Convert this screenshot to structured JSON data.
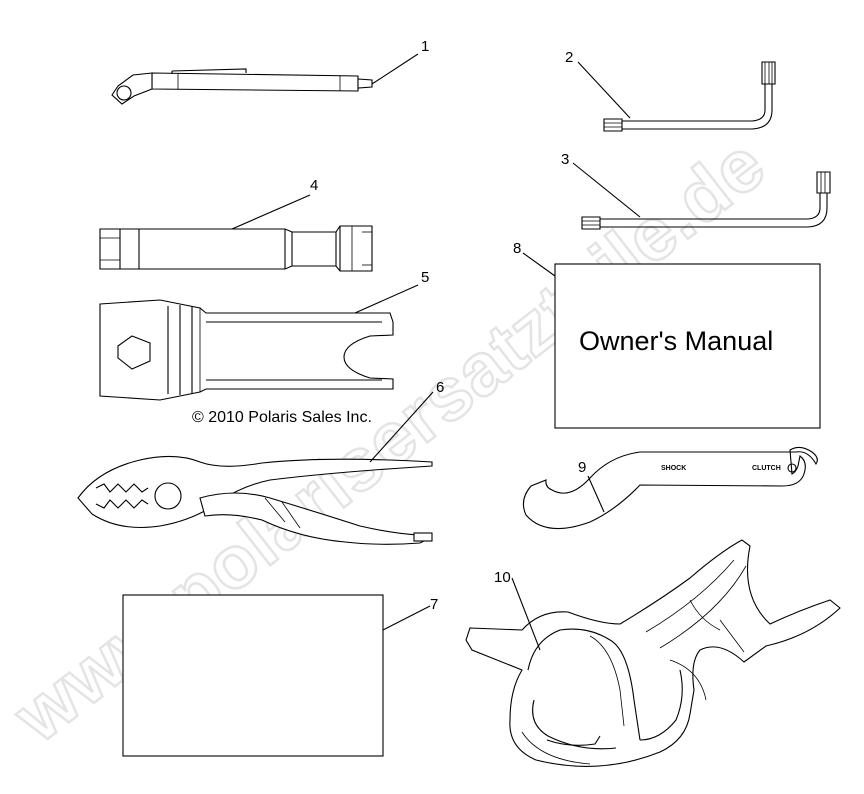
{
  "copyright": "© 2010 Polaris Sales Inc.",
  "watermark": "www.polarisersatzteile.de",
  "manual_text": "Owner's Manual",
  "wrench_labels": {
    "shock": "SHOCK",
    "clutch": "CLUTCH"
  },
  "callouts": [
    "1",
    "2",
    "3",
    "4",
    "5",
    "6",
    "7",
    "8",
    "9",
    "10"
  ]
}
